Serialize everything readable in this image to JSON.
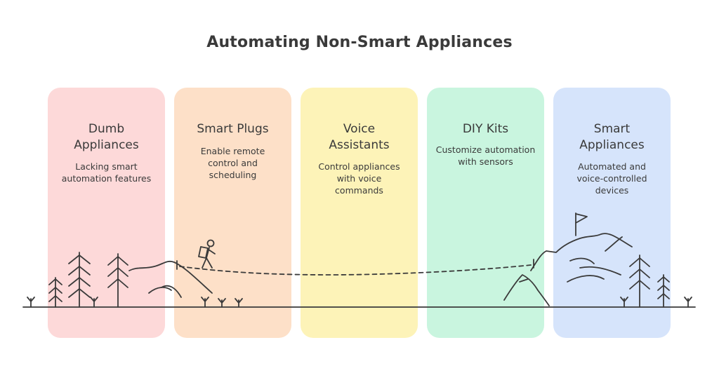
{
  "title": "Automating Non-Smart Appliances",
  "stages": [
    {
      "heading": "Dumb\nAppliances",
      "description": "Lacking smart\nautomation features",
      "color": "#fdd9d9"
    },
    {
      "heading": "Smart Plugs",
      "description": "Enable remote\ncontrol and\nscheduling",
      "color": "#fde0c8"
    },
    {
      "heading": "Voice\nAssistants",
      "description": "Control appliances\nwith voice\ncommands",
      "color": "#fdf3b8"
    },
    {
      "heading": "DIY Kits",
      "description": "Customize automation\nwith sensors",
      "color": "#c9f5df"
    },
    {
      "heading": "Smart\nAppliances",
      "description": "Automated and\nvoice-controlled\ndevices",
      "color": "#d6e4fb"
    }
  ],
  "icons": {
    "hiker": "hiker-icon",
    "flag": "flag-icon",
    "tree": "tree-icon",
    "mountain": "mountain-icon"
  }
}
